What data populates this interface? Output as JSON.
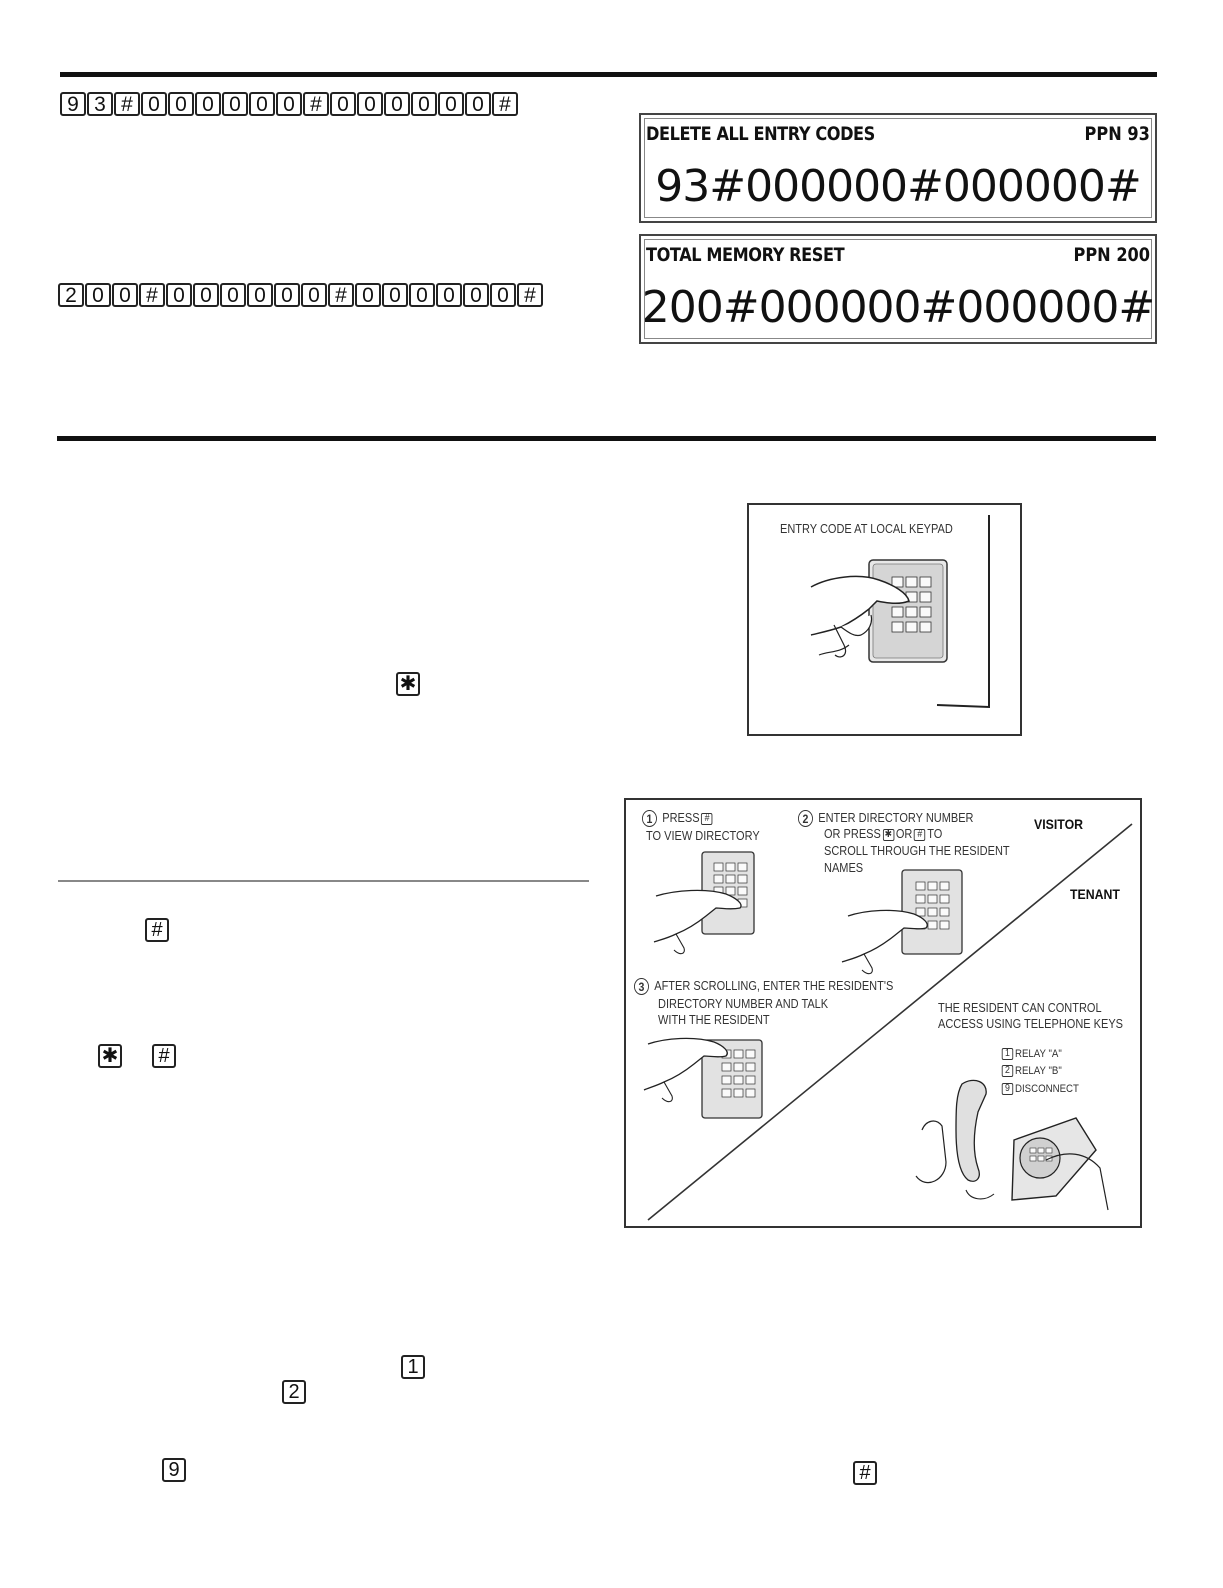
{
  "sequence_1": [
    "9",
    "3",
    "#",
    "0",
    "0",
    "0",
    "0",
    "0",
    "0",
    "#",
    "0",
    "0",
    "0",
    "0",
    "0",
    "0",
    "#"
  ],
  "sequence_2": [
    "2",
    "0",
    "0",
    "#",
    "0",
    "0",
    "0",
    "0",
    "0",
    "0",
    "#",
    "0",
    "0",
    "0",
    "0",
    "0",
    "0",
    "#"
  ],
  "lcd_1": {
    "title": "DELETE ALL ENTRY CODES",
    "ppn": "PPN 93",
    "code": "93#000000#000000#"
  },
  "lcd_2": {
    "title": "TOTAL MEMORY RESET",
    "ppn": "PPN 200",
    "code": "200#000000#000000#"
  },
  "figure_keypad": {
    "caption": "ENTRY CODE AT LOCAL KEYPAD"
  },
  "figure_directory": {
    "step1_num": "1",
    "step1_a": "PRESS",
    "step1_key": "#",
    "step1_b": "TO VIEW DIRECTORY",
    "step2_num": "2",
    "step2_a": "ENTER DIRECTORY NUMBER",
    "step2_b": "OR PRESS",
    "step2_key1": "✱",
    "step2_or": "OR",
    "step2_key2": "#",
    "step2_to": "TO",
    "step2_c": "SCROLL THROUGH THE RESIDENT",
    "step2_d": "NAMES",
    "visitor": "VISITOR",
    "tenant": "TENANT",
    "step3_num": "3",
    "step3_a": "AFTER SCROLLING, ENTER THE RESIDENT'S",
    "step3_b": "DIRECTORY NUMBER AND TALK",
    "step3_c": "WITH THE RESIDENT",
    "resident_a": "THE RESIDENT CAN CONTROL",
    "resident_b": "ACCESS USING TELEPHONE KEYS",
    "keys": [
      {
        "key": "1",
        "label": "RELAY \"A\""
      },
      {
        "key": "2",
        "label": "RELAY \"B\""
      },
      {
        "key": "9",
        "label": "DISCONNECT"
      }
    ]
  },
  "inline_keys": {
    "star_1": "✱",
    "hash_1": "#",
    "star_2": "✱",
    "hash_2": "#",
    "one": "1",
    "two": "2",
    "nine": "9",
    "hash_3": "#"
  }
}
